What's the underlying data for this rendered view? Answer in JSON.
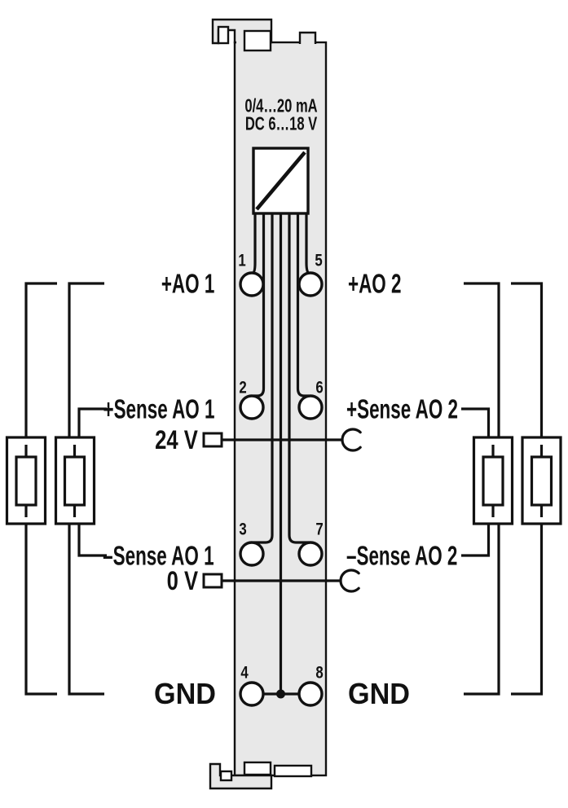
{
  "module": {
    "rating_line1": "0/4…20 mA",
    "rating_line2": "DC 6…18 V",
    "body_color": "#e8e8e8",
    "line_color": "#111111"
  },
  "terminals": {
    "left": [
      {
        "pin": "1",
        "label": "+AO 1"
      },
      {
        "pin": "2",
        "label": "+Sense AO 1"
      },
      {
        "pin": "3",
        "label": "–Sense AO 1"
      },
      {
        "pin": "4",
        "label": "GND"
      }
    ],
    "right": [
      {
        "pin": "5",
        "label": "+AO 2"
      },
      {
        "pin": "6",
        "label": "+Sense AO 2"
      },
      {
        "pin": "7",
        "label": "–Sense AO 2"
      },
      {
        "pin": "8",
        "label": "GND"
      }
    ]
  },
  "power_contacts": [
    {
      "label": "24 V"
    },
    {
      "label": "0 V"
    }
  ],
  "symbols": {
    "converter": "dac-symbol",
    "loads": [
      "load-left-outer",
      "load-left-inner",
      "load-right-inner",
      "load-right-outer"
    ],
    "power_jumper": [
      "blade-contact",
      "spring-contact"
    ]
  }
}
